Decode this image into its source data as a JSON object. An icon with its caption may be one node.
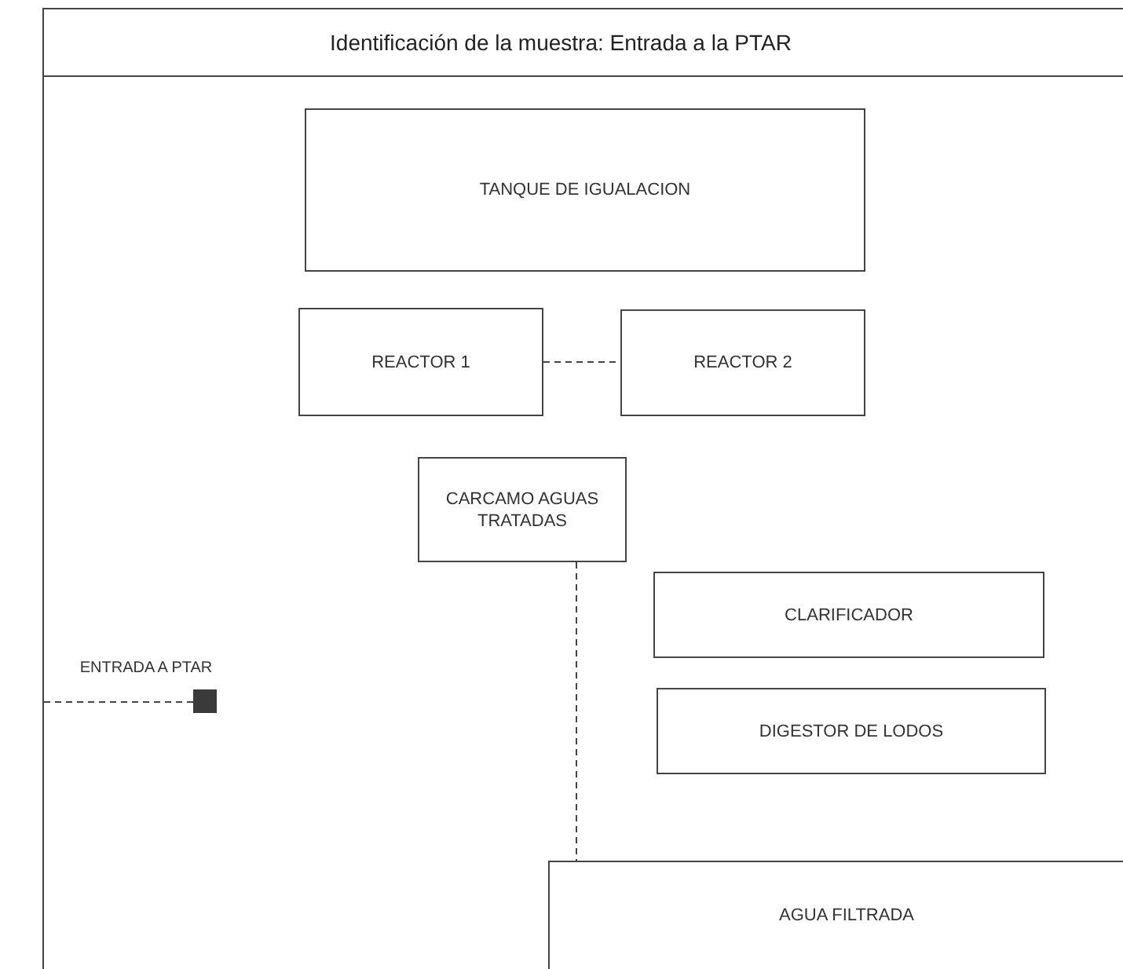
{
  "diagram": {
    "title": "Identificación de la muestra: Entrada a la PTAR",
    "nodes": [
      {
        "text": [
          "TANQUE DE IGUALACION"
        ]
      },
      {
        "text": [
          "REACTOR 1"
        ]
      },
      {
        "text": [
          "REACTOR 2"
        ]
      },
      {
        "text": [
          "CARCAMO AGUAS TRATADAS"
        ]
      },
      {
        "text": [
          "CLARIFICADOR"
        ]
      },
      {
        "text": [
          "DIGESTOR DE LODOS"
        ]
      },
      {
        "text": [
          "AGUA FILTRADA"
        ]
      },
      {
        "text": [],
        "shape": "box",
        "beside": [
          "ENTRADA A PTAR"
        ]
      }
    ],
    "edges": [
      {
        "from": 1,
        "to": 2,
        "arrow": "none",
        "style": "dashed"
      },
      {
        "from": 3,
        "to": 6,
        "arrow": "none",
        "style": "dashed"
      },
      {
        "from": null,
        "to": 7,
        "arrow": "none",
        "style": "dashed"
      }
    ]
  }
}
